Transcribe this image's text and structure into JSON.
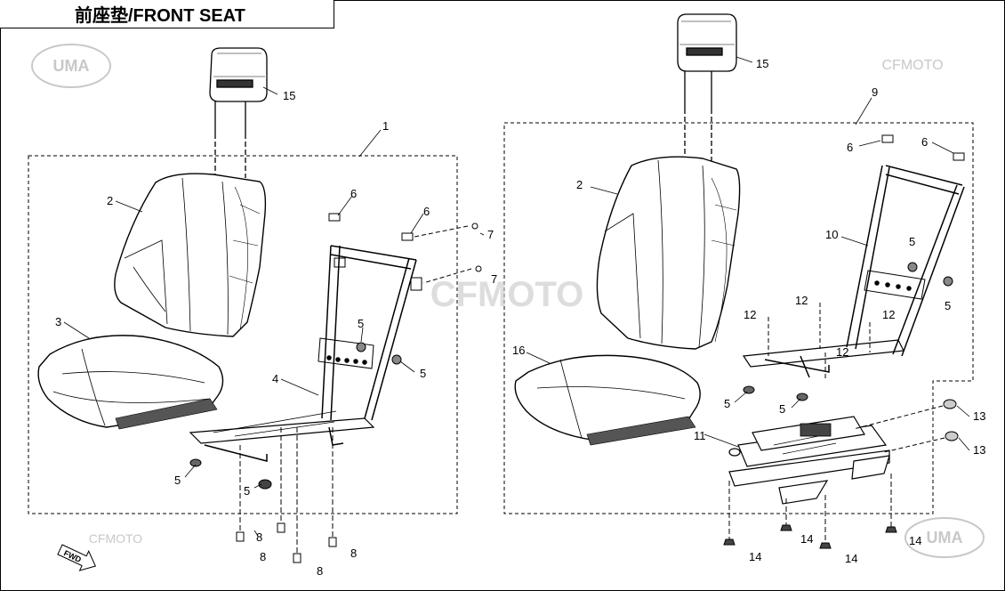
{
  "title": "前座垫/FRONT SEAT",
  "watermarks": {
    "logo_uma": "UMA",
    "logo_cfmoto": "CFMOTO",
    "fwd": "FWD"
  },
  "callouts": {
    "c1": "1",
    "c2l": "2",
    "c3": "3",
    "c4": "4",
    "c5a": "5",
    "c5b": "5",
    "c5c": "5",
    "c5d": "5",
    "c6a": "6",
    "c6b": "6",
    "c7a": "7",
    "c7b": "7",
    "c8a": "8",
    "c8b": "8",
    "c8c": "8",
    "c8d": "8",
    "c15a": "15",
    "c15b": "15",
    "c9": "9",
    "c2r": "2",
    "c6c": "6",
    "c6d": "6",
    "c10": "10",
    "c5e": "5",
    "c5f": "5",
    "c12a": "12",
    "c12b": "12",
    "c12c": "12",
    "c12d": "12",
    "c16": "16",
    "c5g": "5",
    "c5h": "5",
    "c11": "11",
    "c13a": "13",
    "c13b": "13",
    "c14a": "14",
    "c14b": "14",
    "c14c": "14",
    "c14d": "14"
  },
  "colors": {
    "line": "#000000",
    "watermark": "#c8c8c8"
  }
}
